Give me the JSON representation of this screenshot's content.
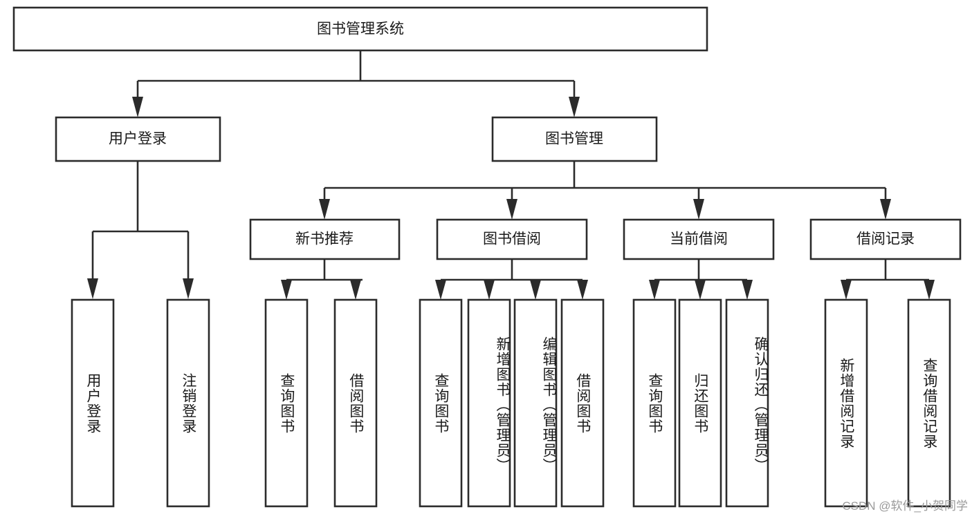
{
  "diagram": {
    "type": "tree-hierarchy",
    "title": "图书管理系统",
    "watermark": "CSDN @软件_小贺同学",
    "colors": {
      "stroke": "#2b2b2b",
      "fill": "#ffffff",
      "text": "#1a1a1a",
      "watermark": "#9a9a9a",
      "background": "#ffffff"
    },
    "levels": {
      "root": {
        "label": "图书管理系统"
      },
      "level2": [
        {
          "label": "用户登录"
        },
        {
          "label": "图书管理"
        }
      ],
      "level3": [
        {
          "label": "新书推荐"
        },
        {
          "label": "图书借阅"
        },
        {
          "label": "当前借阅"
        },
        {
          "label": "借阅记录"
        }
      ],
      "leaves": {
        "user_login": [
          {
            "label": "用户登录"
          },
          {
            "label": "注销登录"
          }
        ],
        "new_book_recommend": [
          {
            "label": "查询图书"
          },
          {
            "label": "借阅图书"
          }
        ],
        "book_borrow": [
          {
            "label": "查询图书"
          },
          {
            "label": "新增图书（管理员）"
          },
          {
            "label": "编辑图书（管理员）"
          },
          {
            "label": "借阅图书"
          }
        ],
        "current_borrow": [
          {
            "label": "查询图书"
          },
          {
            "label": "归还图书"
          },
          {
            "label": "确认归还（管理员）"
          }
        ],
        "borrow_record": [
          {
            "label": "新增借阅记录"
          },
          {
            "label": "查询借阅记录"
          }
        ]
      }
    }
  }
}
